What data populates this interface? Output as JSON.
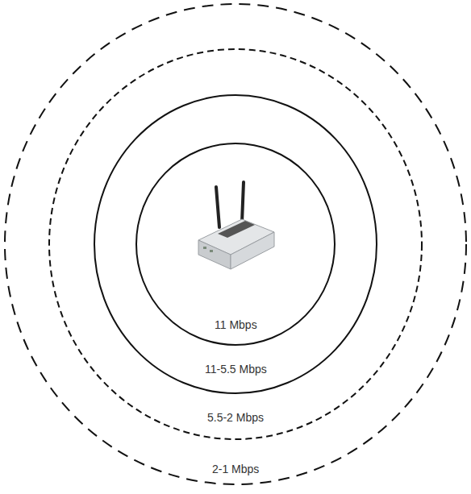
{
  "diagram": {
    "nodes": [
      {
        "text": [
          "2-1 Mbps"
        ]
      },
      {
        "text": [
          "5.5-2 Mbps"
        ],
        "in": 0
      },
      {
        "text": [
          "11-5.5 Mbps"
        ],
        "in": 1
      },
      {
        "text": [
          "11 Mbps"
        ],
        "in": 2
      }
    ]
  }
}
